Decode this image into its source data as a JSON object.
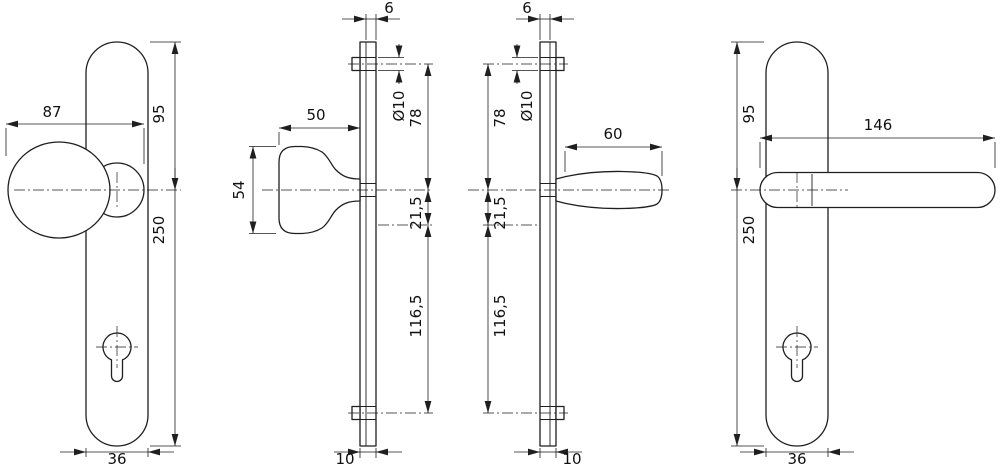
{
  "views": {
    "knob_front": {
      "knob_width": "87",
      "top_to_handle_axis": "95",
      "plate_height": "250",
      "plate_width": "36"
    },
    "knob_side": {
      "plate_thickness": "6",
      "knob_depth": "50",
      "knob_height": "54",
      "hole_diameter": "Ø10",
      "hole_to_handle_axis": "78",
      "handle_axis_to_cylinder": "21,5",
      "cylinder_to_hole": "116,5",
      "plate_depth": "10"
    },
    "lever_side": {
      "plate_thickness": "6",
      "hole_diameter": "Ø10",
      "hole_to_handle_axis": "78",
      "grip_length": "60",
      "handle_axis_to_cylinder": "21,5",
      "cylinder_to_hole": "116,5",
      "plate_depth": "10"
    },
    "lever_front": {
      "top_to_handle_axis": "95",
      "plate_height": "250",
      "lever_length": "146",
      "plate_width": "36"
    }
  }
}
